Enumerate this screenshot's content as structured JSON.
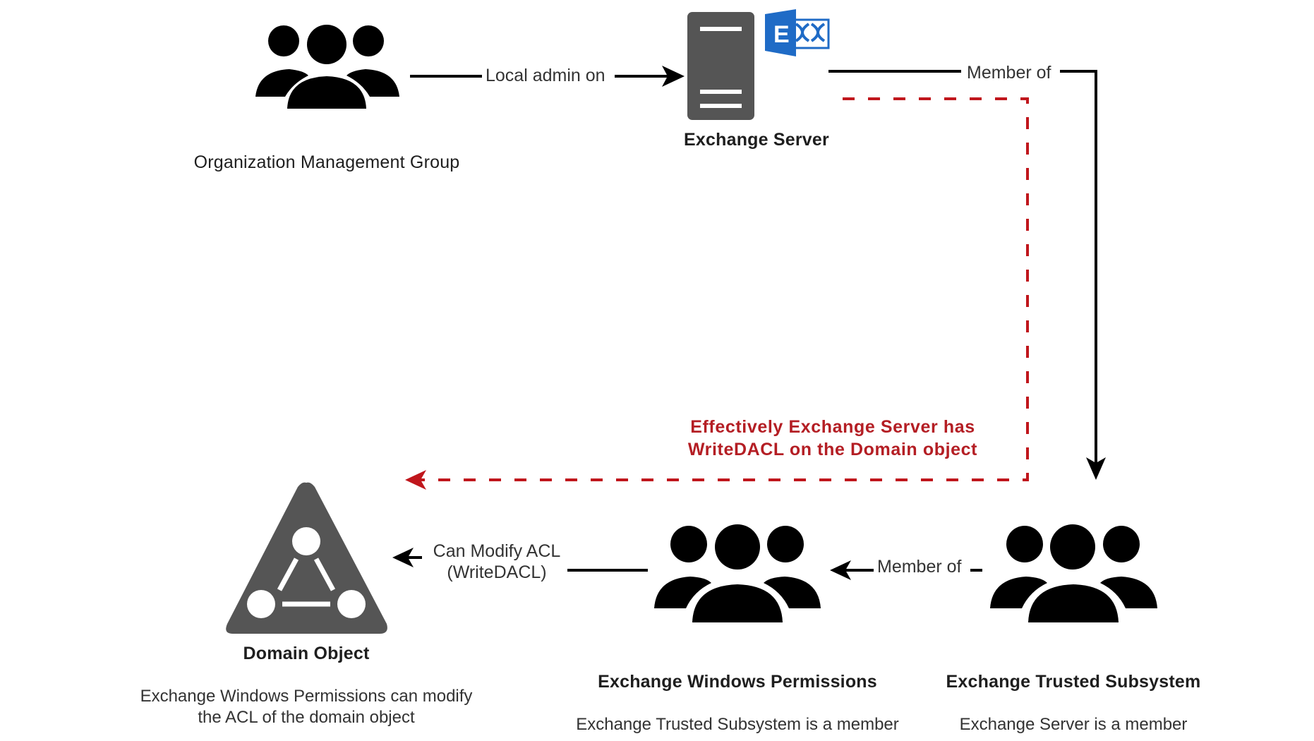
{
  "colors": {
    "background": "#ffffff",
    "line": "#000000",
    "icon_dark": "#555555",
    "exchange_blue": "#1f6bc6",
    "red_dashed": "#c0161c",
    "red_text": "#b41e24"
  },
  "nodes": {
    "org_mgmt": {
      "title": "Organization Management Group",
      "icon": "group-icon"
    },
    "exchange_server": {
      "title": "Exchange Server",
      "icon": "server-icon",
      "badge_icon": "exchange-logo-icon",
      "badge_letter": "E"
    },
    "domain_object": {
      "title": "Domain Object",
      "icon": "domain-network-triangle-icon",
      "description_line1": "Exchange Windows Permissions can modify",
      "description_line2": "the ACL of the domain object"
    },
    "ewp": {
      "title": "Exchange Windows Permissions",
      "icon": "group-icon",
      "description": "Exchange Trusted Subsystem is a member"
    },
    "ets": {
      "title": "Exchange Trusted Subsystem",
      "icon": "group-icon",
      "description": "Exchange Server is a member"
    }
  },
  "edges": {
    "local_admin": {
      "label": "Local admin on",
      "from": "Organization Management Group",
      "to": "Exchange Server"
    },
    "member_of_top": {
      "label": "Member of",
      "from": "Exchange Server",
      "to": "Exchange Trusted Subsystem"
    },
    "member_of_bottom": {
      "label": "Member of",
      "from": "Exchange Trusted Subsystem",
      "to": "Exchange Windows Permissions"
    },
    "can_modify": {
      "label_line1": "Can Modify ACL",
      "label_line2": "(WriteDACL)",
      "from": "Exchange Windows Permissions",
      "to": "Domain Object"
    },
    "effective": {
      "style": "dashed",
      "label_line1": "Effectively Exchange Server has",
      "label_line2": "WriteDACL on the Domain object",
      "from": "Exchange Server",
      "to": "Domain Object"
    }
  }
}
